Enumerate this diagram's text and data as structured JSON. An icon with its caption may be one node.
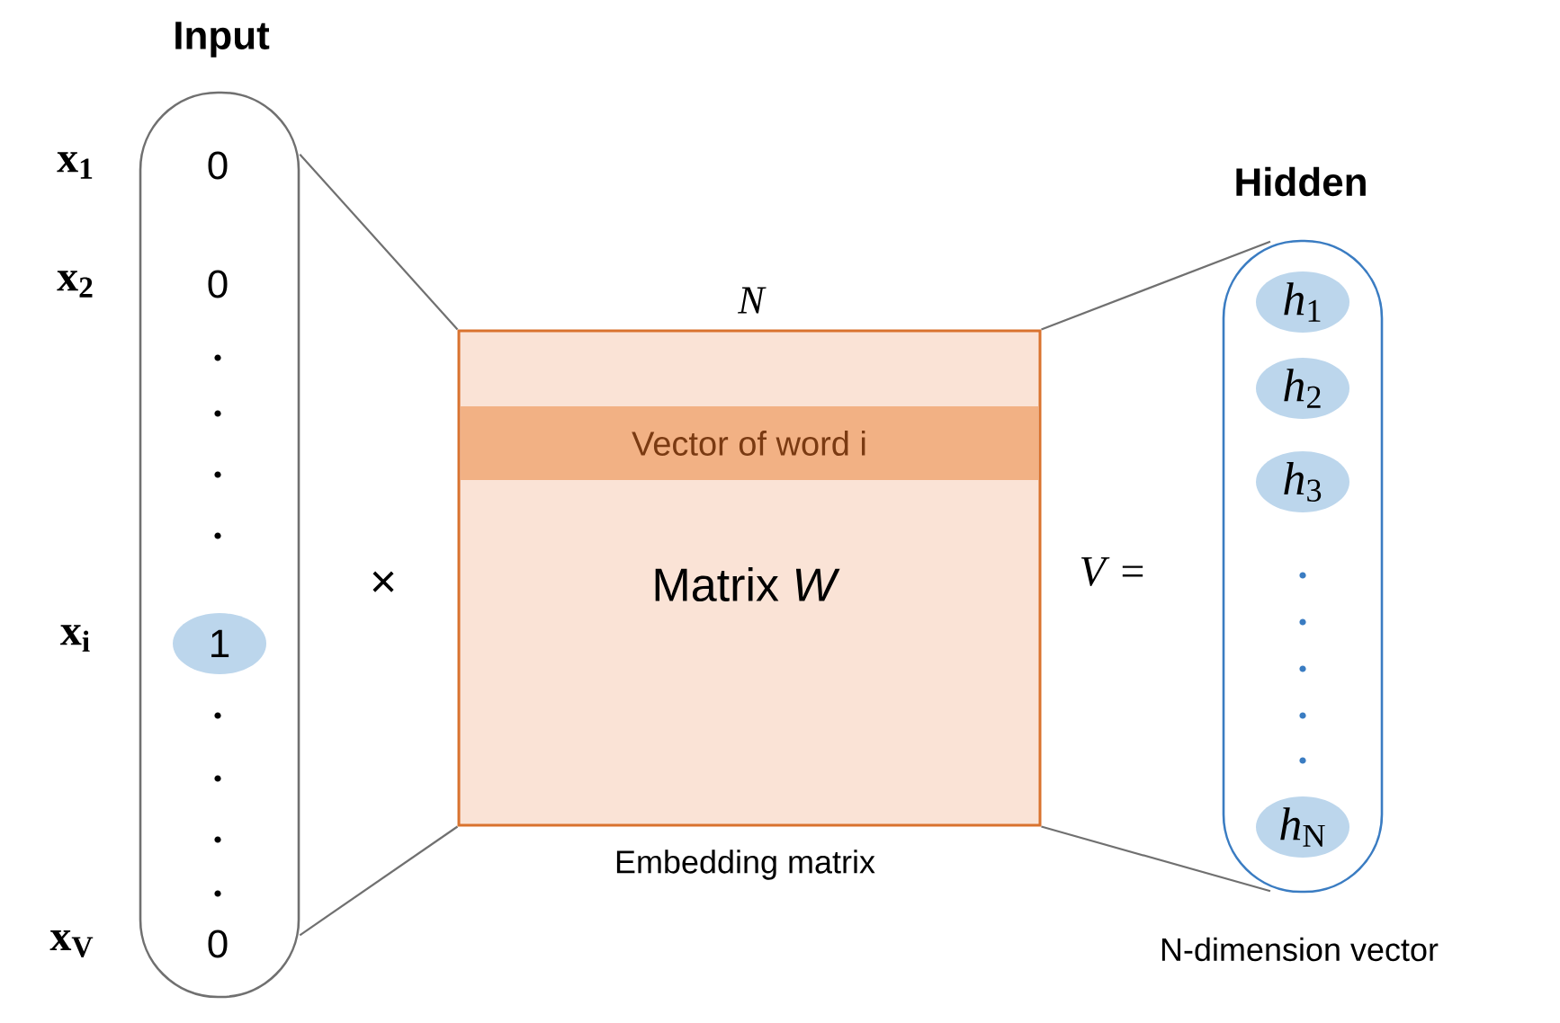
{
  "diagram": {
    "nodes": [
      {
        "text": [
          "Input"
        ]
      },
      {
        "text": [
          "1"
        ],
        "in": 0
      },
      {
        "text": [
          "Matrix *W*"
        ],
        "beside": [
          "*N*",
          "Embedding matrix"
        ]
      },
      {
        "text": [
          "Vector of word i"
        ],
        "in": 2
      },
      {
        "text": [
          "Hidden"
        ],
        "beside": [
          "N-dimension vector"
        ]
      },
      {
        "text": [
          "*h*$_{1}$"
        ],
        "in": 4
      },
      {
        "text": [
          "*h*$_{2}$"
        ],
        "in": 4
      },
      {
        "text": [
          "*h*$_{3}$"
        ],
        "in": 4
      },
      {
        "text": [
          "*h*$_{N}$"
        ],
        "in": 4
      }
    ],
    "edges": [
      {
        "from": 0,
        "to": 2,
        "arrow": "none"
      },
      {
        "from": 0,
        "to": 2,
        "arrow": "none"
      },
      {
        "from": 2,
        "to": 4,
        "arrow": "none"
      },
      {
        "from": 2,
        "to": 4,
        "arrow": "none"
      }
    ],
    "labels": [
      "x$_{1}$",
      "0",
      "x$_{2}$",
      "0",
      "×",
      "x$_{i}$",
      "x$_{V}$",
      "0",
      "*V* ="
    ]
  }
}
